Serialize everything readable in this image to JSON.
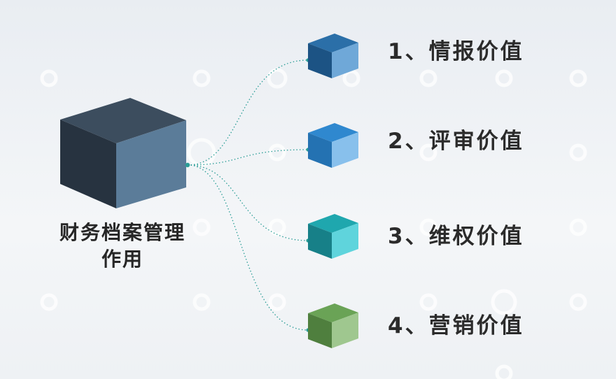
{
  "diagram": {
    "center": {
      "label_lines": [
        "财务档案管理",
        "作用"
      ],
      "colors": {
        "top": "#3c4d5e",
        "left": "#273340",
        "right": "#5b7c99"
      }
    },
    "branches": [
      {
        "label": "1、情报价值",
        "colors": {
          "top": "#2b6fa8",
          "left": "#1c5384",
          "right": "#6fa8d8"
        }
      },
      {
        "label": "2、评审价值",
        "colors": {
          "top": "#2f88cf",
          "left": "#2472b2",
          "right": "#88c0ec"
        }
      },
      {
        "label": "3、维权价值",
        "colors": {
          "top": "#1fa7ae",
          "left": "#178088",
          "right": "#5fd4dc"
        }
      },
      {
        "label": "4、营销价值",
        "colors": {
          "top": "#6aa356",
          "left": "#4f7f3e",
          "right": "#9fc78f"
        }
      }
    ],
    "connector_color": "#2a9d96"
  }
}
